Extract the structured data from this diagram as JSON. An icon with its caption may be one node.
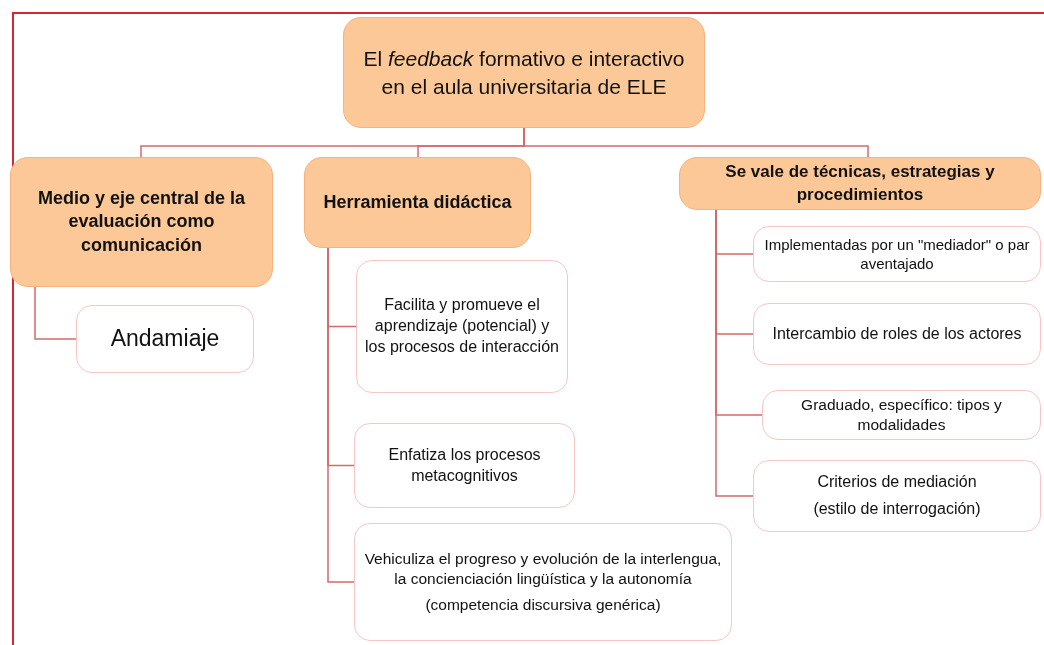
{
  "diagram": {
    "nodes": [
      {
        "text": [
          "El *feedback* formativo e interactivo en el aula universitaria de ELE"
        ]
      },
      {
        "text": [
          "Medio y eje central de la evaluación como comunicación"
        ]
      },
      {
        "text": [
          "Andamiaje"
        ]
      },
      {
        "text": [
          "Herramienta didáctica"
        ]
      },
      {
        "text": [
          "Facilita y promueve el aprendizaje (potencial) y los procesos de interacción"
        ]
      },
      {
        "text": [
          "Enfatiza los procesos metacognitivos"
        ]
      },
      {
        "text": [
          "Vehiculiza el progreso y evolución de la interlengua, la concienciación lingüística y la autonomía",
          "(competencia discursiva genérica)"
        ]
      },
      {
        "text": [
          "Se vale de técnicas, estrategias y procedimientos"
        ]
      },
      {
        "text": [
          "Implementadas por un \"mediador\" o par aventajado"
        ]
      },
      {
        "text": [
          "Intercambio de roles de los actores"
        ]
      },
      {
        "text": [
          "Graduado, específico: tipos y modalidades"
        ]
      },
      {
        "text": [
          "Criterios de mediación",
          "(estilo de interrogación)"
        ]
      }
    ],
    "edges": [
      {
        "from": 0,
        "to": 1,
        "arrow": "none"
      },
      {
        "from": 0,
        "to": 3,
        "arrow": "none"
      },
      {
        "from": 0,
        "to": 7,
        "arrow": "none"
      },
      {
        "from": 1,
        "to": 2,
        "arrow": "none"
      },
      {
        "from": 3,
        "to": 4,
        "arrow": "none"
      },
      {
        "from": 3,
        "to": 5,
        "arrow": "none"
      },
      {
        "from": 3,
        "to": 6,
        "arrow": "none"
      },
      {
        "from": 7,
        "to": 8,
        "arrow": "none"
      },
      {
        "from": 7,
        "to": 9,
        "arrow": "none"
      },
      {
        "from": 7,
        "to": 10,
        "arrow": "none"
      },
      {
        "from": 7,
        "to": 11,
        "arrow": "none"
      }
    ]
  }
}
